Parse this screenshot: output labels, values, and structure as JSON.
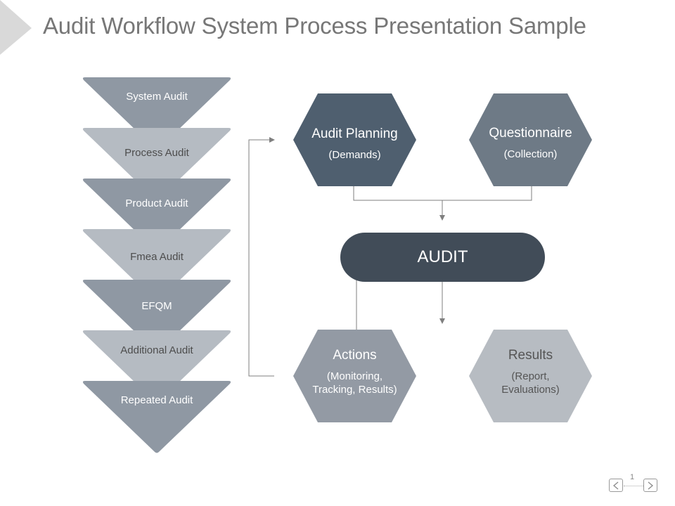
{
  "slide": {
    "title": "Audit Workflow System Process Presentation Sample",
    "page_number": "1"
  },
  "audit_types": [
    {
      "label": "System Audit",
      "tone": "dark"
    },
    {
      "label": "Process Audit",
      "tone": "light"
    },
    {
      "label": "Product Audit",
      "tone": "dark"
    },
    {
      "label": "Fmea Audit",
      "tone": "light"
    },
    {
      "label": "EFQM",
      "tone": "dark"
    },
    {
      "label": "Additional Audit",
      "tone": "light"
    },
    {
      "label": "Repeated Audit",
      "tone": "dark"
    }
  ],
  "workflow": {
    "planning": {
      "title": "Audit Planning",
      "subtitle": "(Demands)"
    },
    "questionnaire": {
      "title": "Questionnaire",
      "subtitle": "(Collection)"
    },
    "center": {
      "label": "AUDIT"
    },
    "actions": {
      "title": "Actions",
      "subtitle": "(Monitoring, Tracking, Results)"
    },
    "results": {
      "title": "Results",
      "subtitle": "(Report, Evaluations)"
    }
  },
  "colors": {
    "tri_dark": "#8f98a3",
    "tri_light": "#b5bbc2",
    "planning": "#4f5f6f",
    "questionnaire": "#6e7a86",
    "center": "#414c58",
    "actions": "#939aa4",
    "results": "#b7bcc2",
    "connector": "#7f7f7f",
    "corner_arrow": "#d9d9d9"
  },
  "navigation": {
    "prev_icon": "chevron-left-icon",
    "next_icon": "chevron-right-icon"
  }
}
